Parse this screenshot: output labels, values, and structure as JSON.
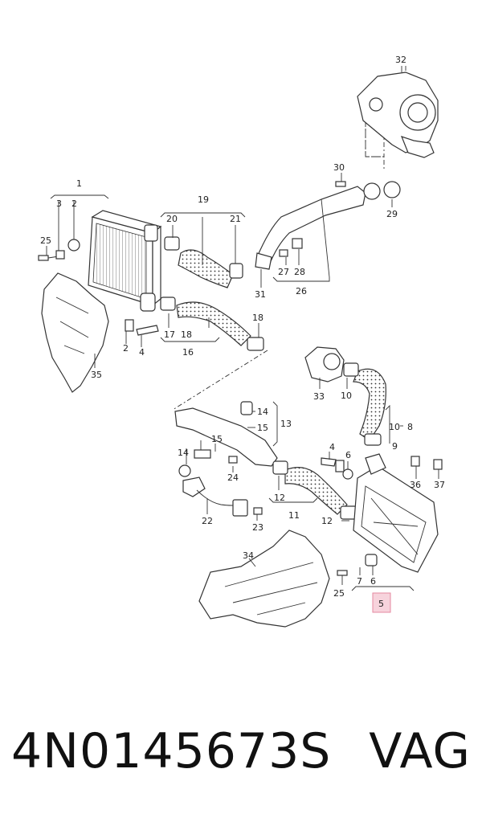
{
  "diagram": {
    "callouts": [
      {
        "id": "c1",
        "text": "1"
      },
      {
        "id": "c2a",
        "text": "2"
      },
      {
        "id": "c3",
        "text": "3"
      },
      {
        "id": "c25a",
        "text": "25"
      },
      {
        "id": "c35",
        "text": "35"
      },
      {
        "id": "c2b",
        "text": "2"
      },
      {
        "id": "c4a",
        "text": "4"
      },
      {
        "id": "c19",
        "text": "19"
      },
      {
        "id": "c20",
        "text": "20"
      },
      {
        "id": "c21",
        "text": "21"
      },
      {
        "id": "c17",
        "text": "17"
      },
      {
        "id": "c18a",
        "text": "18"
      },
      {
        "id": "c16",
        "text": "16"
      },
      {
        "id": "c18b",
        "text": "18"
      },
      {
        "id": "c32",
        "text": "32"
      },
      {
        "id": "c30",
        "text": "30"
      },
      {
        "id": "c29",
        "text": "29"
      },
      {
        "id": "c27",
        "text": "27"
      },
      {
        "id": "c28",
        "text": "28"
      },
      {
        "id": "c26",
        "text": "26"
      },
      {
        "id": "c31",
        "text": "31"
      },
      {
        "id": "c33",
        "text": "33"
      },
      {
        "id": "c10a",
        "text": "10"
      },
      {
        "id": "c10b",
        "text": "10"
      },
      {
        "id": "c8",
        "text": "8"
      },
      {
        "id": "c9",
        "text": "9"
      },
      {
        "id": "c14a",
        "text": "14"
      },
      {
        "id": "c15a",
        "text": "15"
      },
      {
        "id": "c13",
        "text": "13"
      },
      {
        "id": "c15b",
        "text": "15"
      },
      {
        "id": "c14b",
        "text": "14"
      },
      {
        "id": "c24",
        "text": "24"
      },
      {
        "id": "c4b",
        "text": "4"
      },
      {
        "id": "c6a",
        "text": "6"
      },
      {
        "id": "c36",
        "text": "36"
      },
      {
        "id": "c37",
        "text": "37"
      },
      {
        "id": "c12a",
        "text": "12"
      },
      {
        "id": "c11",
        "text": "11"
      },
      {
        "id": "c12b",
        "text": "12"
      },
      {
        "id": "c22",
        "text": "22"
      },
      {
        "id": "c23",
        "text": "23"
      },
      {
        "id": "c34",
        "text": "34"
      },
      {
        "id": "c25b",
        "text": "25"
      },
      {
        "id": "c7",
        "text": "7"
      },
      {
        "id": "c6b",
        "text": "6"
      },
      {
        "id": "c5",
        "text": "5"
      }
    ],
    "highlight_color": "#f2b8c6"
  },
  "footer": {
    "part_number": "4N0145673S",
    "brand": "VAG"
  }
}
